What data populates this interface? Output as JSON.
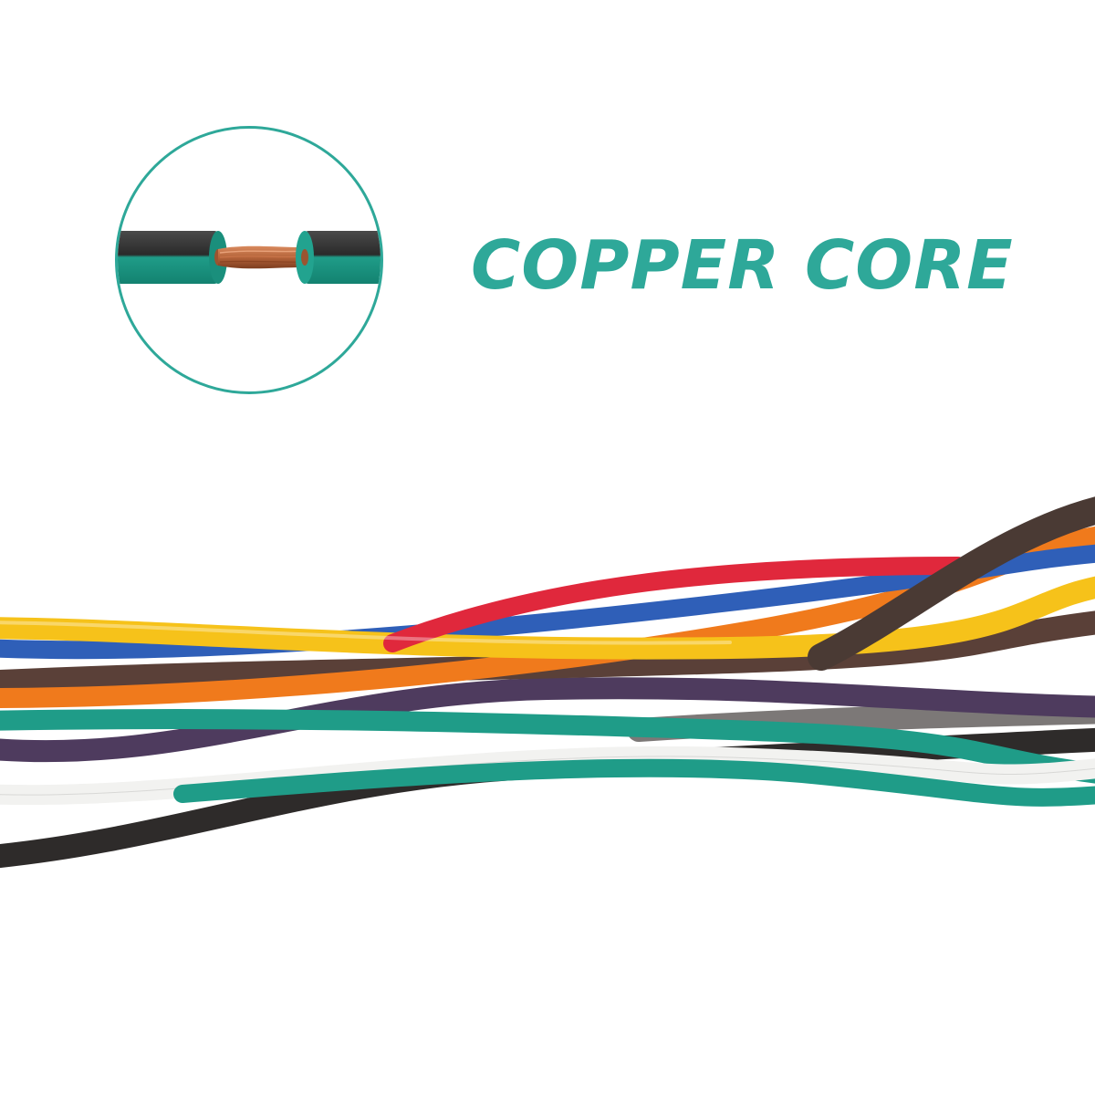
{
  "headline": "COPPER CORE",
  "colors": {
    "accent": "#2ea899",
    "copper": "#b5643a",
    "insulation_outer": "#3a3a3a",
    "insulation_inner": "#1f9c88"
  },
  "wire_colors": [
    {
      "name": "black",
      "hex": "#2e2b2a"
    },
    {
      "name": "white",
      "hex": "#f2f2f0"
    },
    {
      "name": "green",
      "hex": "#1f9c88"
    },
    {
      "name": "purple",
      "hex": "#4e3b5e"
    },
    {
      "name": "gray",
      "hex": "#7c7877"
    },
    {
      "name": "brown",
      "hex": "#5a4038"
    },
    {
      "name": "orange",
      "hex": "#f07a1c"
    },
    {
      "name": "blue",
      "hex": "#2f5fb8"
    },
    {
      "name": "yellow",
      "hex": "#f6c21a"
    },
    {
      "name": "red",
      "hex": "#e0283c"
    }
  ]
}
